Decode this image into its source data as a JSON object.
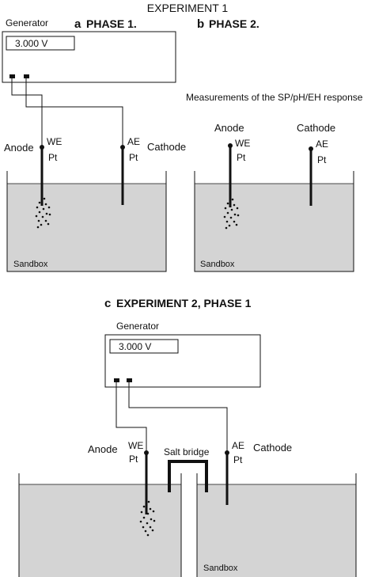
{
  "title": "EXPERIMENT 1",
  "panel_a": {
    "letter": "a",
    "heading": "PHASE 1.",
    "generator_label": "Generator",
    "voltage": "3.000 V",
    "anode_label": "Anode",
    "cathode_label": "Cathode",
    "we_label": "WE",
    "ae_label": "AE",
    "pt_left": "Pt",
    "pt_right": "Pt",
    "sandbox_label": "Sandbox"
  },
  "panel_b": {
    "letter": "b",
    "heading": "PHASE 2.",
    "measurement_note": "Measurements of the SP/pH/EH response",
    "anode_label": "Anode",
    "cathode_label": "Cathode",
    "we_label": "WE",
    "ae_label": "AE",
    "pt_left": "Pt",
    "pt_right": "Pt",
    "sandbox_label": "Sandbox"
  },
  "panel_c": {
    "letter": "c",
    "heading": "EXPERIMENT 2, PHASE 1",
    "generator_label": "Generator",
    "voltage": "3.000 V",
    "anode_label": "Anode",
    "cathode_label": "Cathode",
    "we_label": "WE",
    "ae_label": "AE",
    "pt_left": "Pt",
    "pt_right": "Pt",
    "salt_bridge_label": "Salt bridge",
    "sandbox_label": "Sandbox"
  },
  "colors": {
    "line": "#111111",
    "sand_fill": "#d4d4d4"
  }
}
